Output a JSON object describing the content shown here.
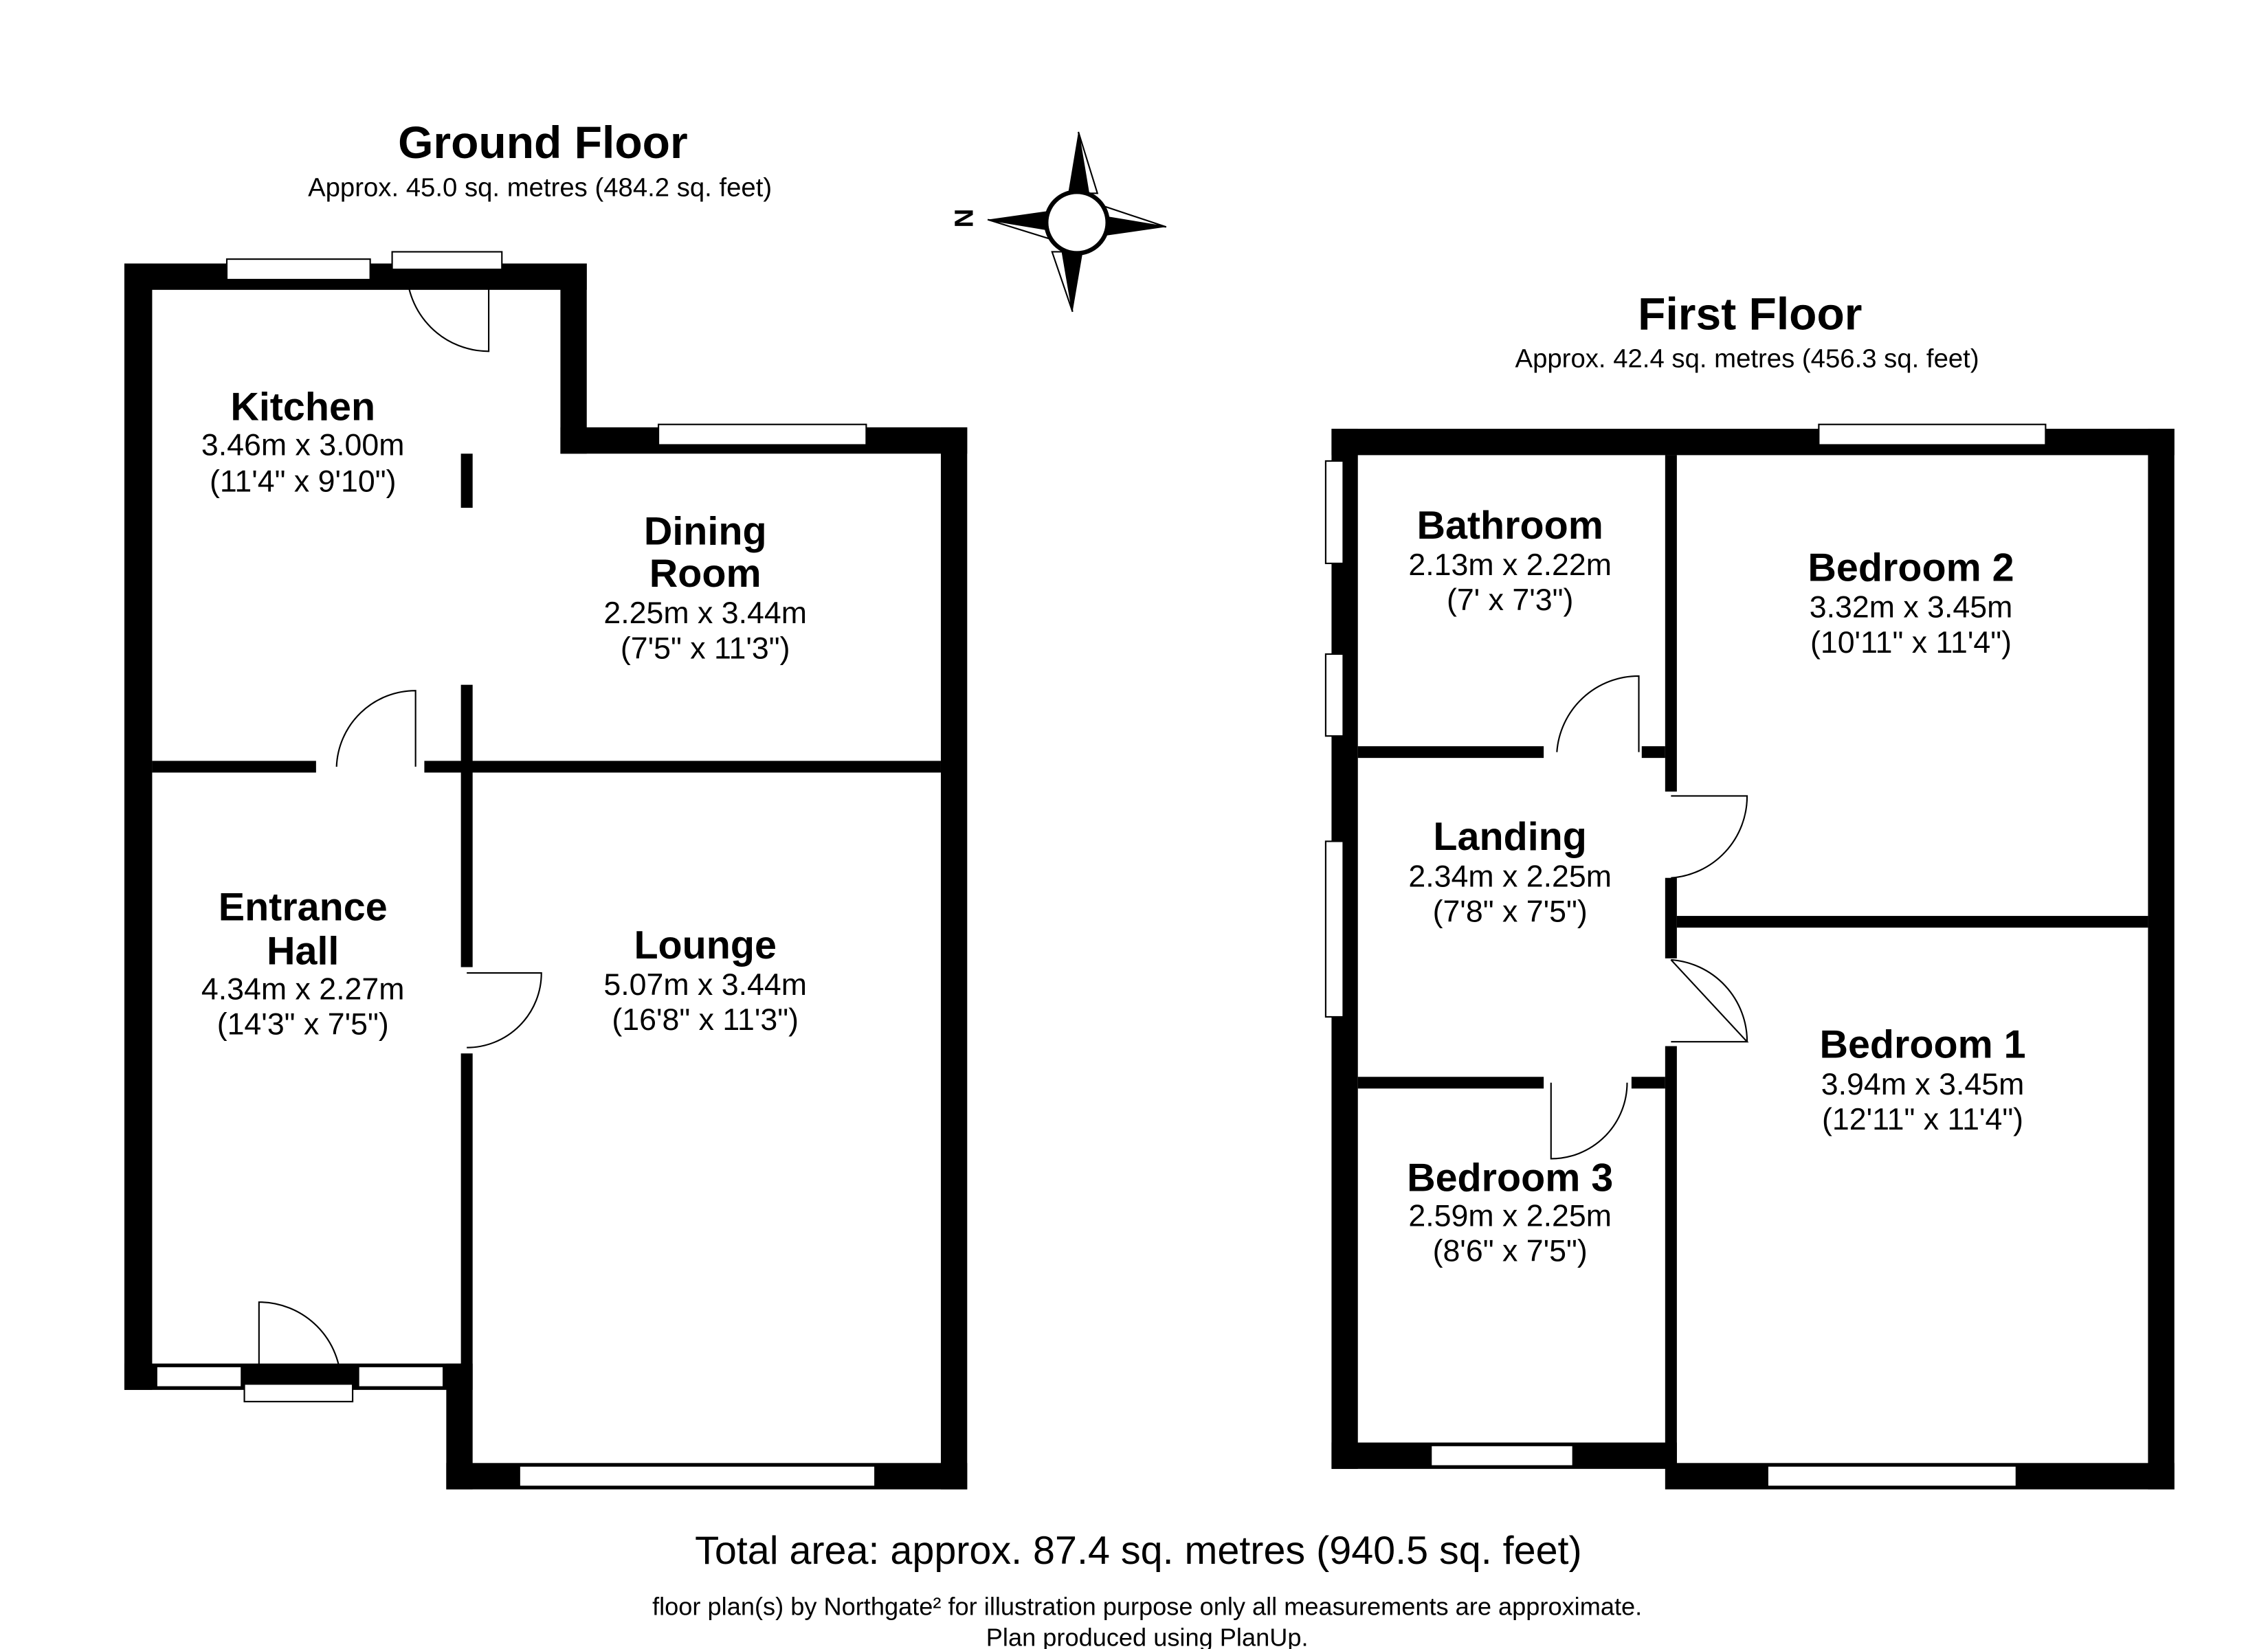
{
  "ground_floor": {
    "title": "Ground Floor",
    "area": "Approx. 45.0 sq. metres (484.2 sq. feet)",
    "rooms": [
      {
        "name_lines": [
          "Kitchen"
        ],
        "metric": "3.46m x 3.00m",
        "imperial": "(11'4\" x 9'10\")"
      },
      {
        "name_lines": [
          "Dining",
          "Room"
        ],
        "metric": "2.25m x 3.44m",
        "imperial": "(7'5\" x 11'3\")"
      },
      {
        "name_lines": [
          "Entrance",
          "Hall"
        ],
        "metric": "4.34m x 2.27m",
        "imperial": "(14'3\" x 7'5\")"
      },
      {
        "name_lines": [
          "Lounge"
        ],
        "metric": "5.07m x 3.44m",
        "imperial": "(16'8\" x 11'3\")"
      }
    ]
  },
  "first_floor": {
    "title": "First Floor",
    "area": "Approx. 42.4 sq. metres (456.3 sq. feet)",
    "rooms": [
      {
        "name_lines": [
          "Bathroom"
        ],
        "metric": "2.13m x 2.22m",
        "imperial": "(7' x 7'3\")"
      },
      {
        "name_lines": [
          "Bedroom 2"
        ],
        "metric": "3.32m x 3.45m",
        "imperial": "(10'11\" x 11'4\")"
      },
      {
        "name_lines": [
          "Landing"
        ],
        "metric": "2.34m x 2.25m",
        "imperial": "(7'8\" x 7'5\")"
      },
      {
        "name_lines": [
          "Bedroom 1"
        ],
        "metric": "3.94m x 3.45m",
        "imperial": "(12'11\" x 11'4\")"
      },
      {
        "name_lines": [
          "Bedroom 3"
        ],
        "metric": "2.59m x 2.25m",
        "imperial": "(8'6\" x 7'5\")"
      }
    ]
  },
  "compass": {
    "label": "N",
    "icon": "compass-rose-icon"
  },
  "footer": {
    "total": "Total area: approx. 87.4 sq. metres (940.5 sq. feet)",
    "disclaimer": "floor plan(s) by Northgate² for illustration purpose only all measurements are approximate.",
    "credit": "Plan produced using PlanUp."
  }
}
